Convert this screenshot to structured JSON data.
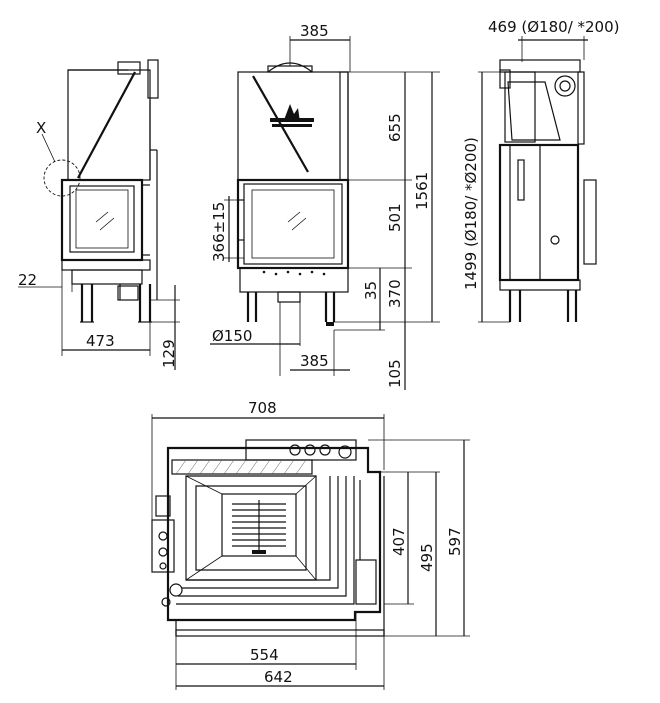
{
  "front_view": {
    "width_top": "385",
    "upper_height": "655",
    "total_height": "1561",
    "door_height": "501",
    "opening_height": "366±15",
    "lower_gap": "35",
    "base_height": "370",
    "flue_diameter": "Ø150",
    "flue_offset": "385",
    "foot_height": "105"
  },
  "left_view": {
    "detail_label": "X",
    "side_offset": "22",
    "depth": "473",
    "leg_height": "129"
  },
  "right_view": {
    "top_dim": "469 (Ø180/ *200)",
    "side_height": "1499 (Ø180/ *Ø200)"
  },
  "plan_view": {
    "overall_width": "708",
    "inner_width": "554",
    "base_width": "642",
    "depth_inner": "407",
    "depth_mid": "495",
    "depth_total": "597"
  }
}
